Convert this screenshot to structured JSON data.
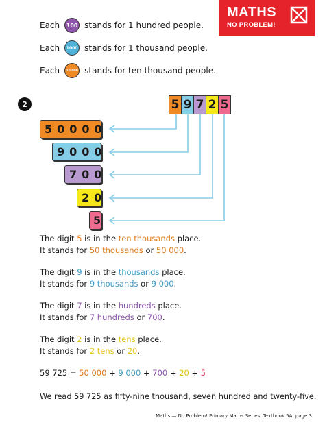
{
  "logo": {
    "line1": "MATHS",
    "line2": "NO PROBLEM!"
  },
  "legend": [
    {
      "prefix": "Each",
      "chip": "100",
      "chip_color": "#8c55a8",
      "suffix": "stands for 1 hundred people."
    },
    {
      "prefix": "Each",
      "chip": "1000",
      "chip_color": "#4fb3d9",
      "suffix": "stands for 1 thousand people."
    },
    {
      "prefix": "Each",
      "chip": "10 000",
      "chip_color": "#f08a24",
      "suffix": "stands for ten thousand people."
    }
  ],
  "question_number": "2",
  "number_cards": [
    {
      "digit": "5",
      "color": "#f08a24"
    },
    {
      "digit": "9",
      "color": "#86cde8"
    },
    {
      "digit": "7",
      "color": "#b99ad0"
    },
    {
      "digit": "2",
      "color": "#f7e81a"
    },
    {
      "digit": "5",
      "color": "#ee6b8f"
    }
  ],
  "place_value_cards": [
    {
      "value": "50000",
      "color": "#f08a24"
    },
    {
      "value": "9000",
      "color": "#86cde8"
    },
    {
      "value": "700",
      "color": "#b99ad0"
    },
    {
      "value": "20",
      "color": "#f7e81a"
    },
    {
      "value": "5",
      "color": "#ee6b8f"
    }
  ],
  "arrow_color": "#86cde8",
  "statements": [
    {
      "l1": [
        "The digit ",
        "5",
        " is in the ",
        "ten thousands",
        " place."
      ],
      "l2": [
        "It stands for ",
        "50 thousands",
        " or ",
        "50 000",
        "."
      ],
      "cls": "orange"
    },
    {
      "l1": [
        "The digit ",
        "9",
        " is in the ",
        "thousands",
        " place."
      ],
      "l2": [
        "It stands for ",
        "9 thousands",
        " or ",
        "9 000",
        "."
      ],
      "cls": "blue"
    },
    {
      "l1": [
        "The digit ",
        "7",
        " is in the ",
        "hundreds",
        " place."
      ],
      "l2": [
        "It stands for ",
        "7 hundreds",
        " or ",
        "700",
        "."
      ],
      "cls": "purple"
    },
    {
      "l1": [
        "The digit ",
        "2",
        " is in the ",
        "tens",
        " place."
      ],
      "l2": [
        "It stands for ",
        "2 tens",
        " or ",
        "20",
        "."
      ],
      "cls": "yellow"
    }
  ],
  "equation": {
    "lhs": "59 725 = ",
    "terms": [
      "50 000",
      "9 000",
      "700",
      "20",
      "5"
    ],
    "plus": " + "
  },
  "read_sentence": "We read 59 725 as fifty-nine thousand, seven hundred and twenty-five.",
  "footer": "Maths — No Problem! Primary Maths Series, Textbook 5A, page 3"
}
